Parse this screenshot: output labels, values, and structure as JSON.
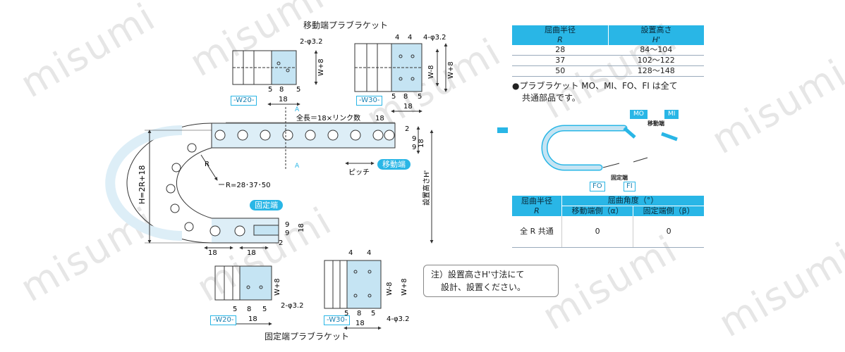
{
  "watermark": "misumi",
  "titles": {
    "moving_bracket": "移動端プラブラケット",
    "fixed_bracket": "固定端プラブラケット"
  },
  "dims": {
    "hole_2": "2-φ3.2",
    "hole_4": "4-φ3.2",
    "w_plus_8": "W+8",
    "w_minus_8": "W-8",
    "d4": "4",
    "d5": "5",
    "d8": "8",
    "d18": "18",
    "d9": "9",
    "d2": "2",
    "w20": "-W20-",
    "w30": "-W30-",
    "total_length": "全長＝18×リンク数",
    "pitch": "ピッチ",
    "radius": "R=28･37･50",
    "r_mark": "R",
    "h_label": "H=2R+18",
    "install_height": "設置高さH'",
    "moving_end": "移動端",
    "fixed_end": "固定端",
    "section_a": "A"
  },
  "table1": {
    "headers": [
      {
        "main": "屈曲半径",
        "sub": "R"
      },
      {
        "main": "設置高さ",
        "sub": "H'"
      }
    ],
    "rows": [
      [
        "28",
        "84～104"
      ],
      [
        "37",
        "102～122"
      ],
      [
        "50",
        "128～148"
      ]
    ]
  },
  "note1": {
    "line1": "●プラブラケット MO、MI、FO、FI は全て",
    "line2": "共通部品です。"
  },
  "mini": {
    "mo": "MO",
    "mi": "MI",
    "fo": "FO",
    "fi": "FI",
    "moving": "移動端",
    "fixed": "固定端"
  },
  "table2": {
    "header_r_main": "屈曲半径",
    "header_r_sub": "R",
    "header_angle": "屈曲角度（°）",
    "header_moving": "移動端側（α）",
    "header_fixed": "固定端側（β）",
    "row": [
      "全 R 共通",
      "0",
      "0"
    ]
  },
  "note2": {
    "line1": "注）設置高さH'寸法にて",
    "line2": "設計、設置ください。"
  },
  "colors": {
    "accent": "#29b6e6",
    "part_fill": "#c5e4f3",
    "line": "#333333"
  }
}
